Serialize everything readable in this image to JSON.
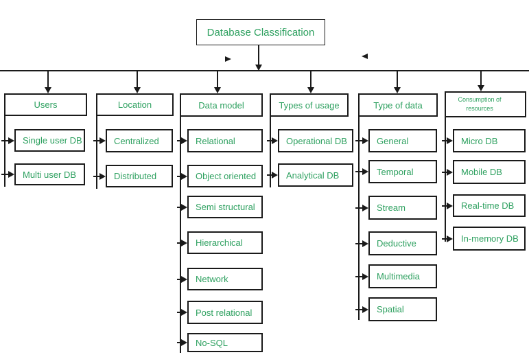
{
  "title": "Database Classification",
  "colors": {
    "text_green": "#2DA05F",
    "line_black": "#1a1a1a",
    "background": "#ffffff"
  },
  "icons": {
    "stray_arrowhead_right": "triangle-right-icon",
    "stray_arrowhead_left": "triangle-left-icon",
    "connector_arrowhead_down": "arrow-down-icon",
    "connector_arrowhead_right": "arrow-right-icon"
  },
  "tree": {
    "root": "Database Classification",
    "categories": [
      {
        "label": "Users",
        "children": [
          "Single user DB",
          "Multi user DB"
        ]
      },
      {
        "label": "Location",
        "children": [
          "Centralized",
          "Distributed"
        ]
      },
      {
        "label": "Data model",
        "children": [
          "Relational",
          "Object oriented",
          "Semi structural",
          "Hierarchical",
          "Network",
          "Post relational",
          "No-SQL"
        ]
      },
      {
        "label": "Types of usage",
        "children": [
          "Operational DB",
          "Analytical DB"
        ]
      },
      {
        "label": "Type of data",
        "children": [
          "General",
          "Temporal",
          "Stream",
          "Deductive",
          "Multimedia",
          "Spatial"
        ]
      },
      {
        "label": "Consumption of resources",
        "children": [
          "Micro DB",
          "Mobile DB",
          "Real-time DB",
          "In-memory DB"
        ]
      }
    ]
  }
}
